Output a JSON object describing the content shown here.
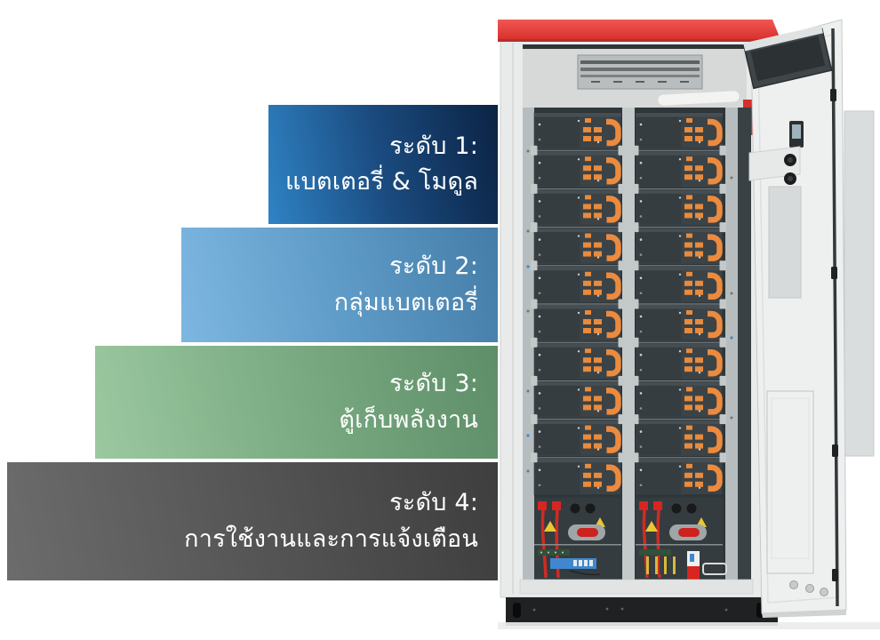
{
  "diagram_title": "",
  "levels": [
    {
      "label": "ระดับ 1:",
      "sublabel": "แบตเตอรี่ & โมดูล",
      "gradient": {
        "from": "#2f83c5",
        "mid": "#1a4a7e",
        "to": "#0b2344",
        "angle": "78deg"
      }
    },
    {
      "label": "ระดับ 2:",
      "sublabel": "กลุ่มแบตเตอรี่",
      "gradient": {
        "from": "#7db7e1",
        "mid": "#5f9bc7",
        "to": "#447da8",
        "angle": "78deg"
      }
    },
    {
      "label": "ระดับ 3:",
      "sublabel": "ตู้เก็บพลังงาน",
      "gradient": {
        "from": "#9cc8a0",
        "mid": "#7aab82",
        "to": "#5e8e68",
        "angle": "78deg"
      }
    },
    {
      "label": "ระดับ 4:",
      "sublabel": "การใช้งานและการแจ้งเตือน",
      "gradient": {
        "from": "#6c6c6c",
        "mid": "#555555",
        "to": "#3e3e3e",
        "angle": "78deg"
      }
    }
  ],
  "illustration": {
    "name": "battery-energy-storage-cabinet",
    "colors": {
      "roof_red": "#e2403c",
      "frame_white": "#e9ebeb",
      "cavity_dark": "#31393c",
      "module_dark": "#3a4347",
      "connector_orange": "#ec8a3e",
      "switch_red": "#ce2420",
      "warning_yellow": "#e9c834",
      "network_blue": "#3f88cf",
      "plinth_black": "#202223"
    }
  }
}
